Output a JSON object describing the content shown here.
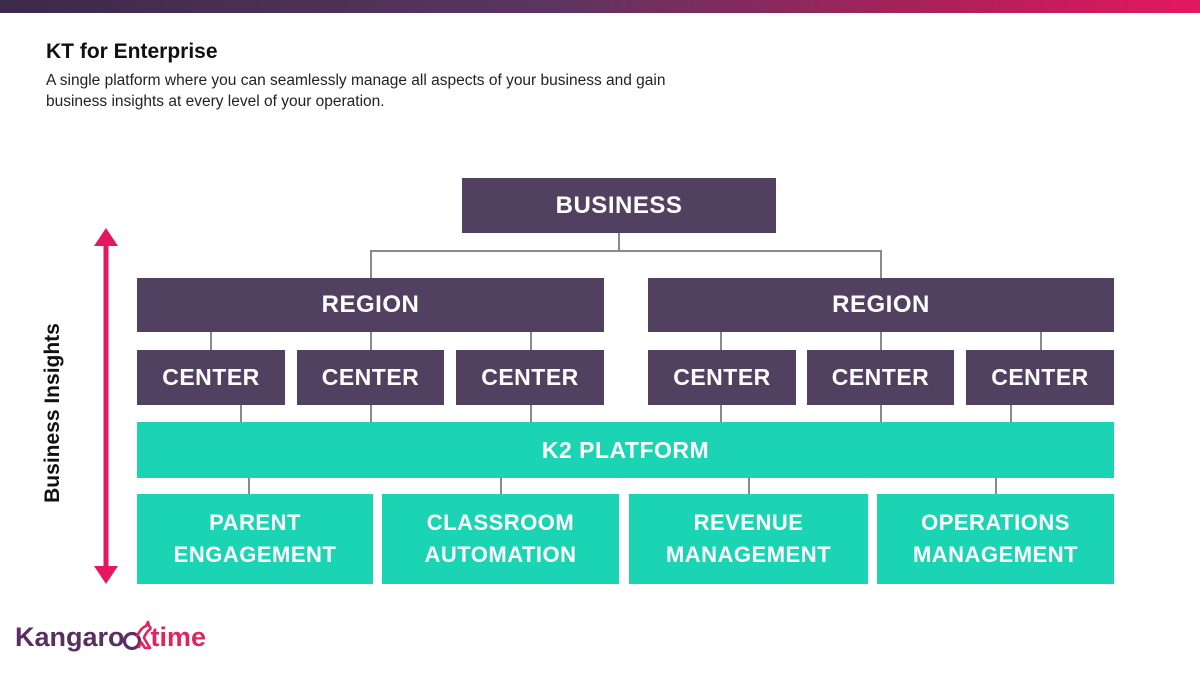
{
  "header": {
    "title": "KT for Enterprise",
    "subtitle": "A single platform where you can seamlessly manage all aspects of your business and gain business insights at every level of your operation."
  },
  "diagram": {
    "business": "BUSINESS",
    "regions": [
      "REGION",
      "REGION"
    ],
    "centers": [
      "CENTER",
      "CENTER",
      "CENTER",
      "CENTER",
      "CENTER",
      "CENTER"
    ],
    "platform": "K2 PLATFORM",
    "modules": [
      {
        "line1": "PARENT",
        "line2": "ENGAGEMENT"
      },
      {
        "line1": "CLASSROOM",
        "line2": "AUTOMATION"
      },
      {
        "line1": "REVENUE",
        "line2": "MANAGEMENT"
      },
      {
        "line1": "OPERATIONS",
        "line2": "MANAGEMENT"
      }
    ],
    "side_label": "Business Insights"
  },
  "logo": {
    "part1": "Kangaro",
    "part2": "time"
  },
  "colors": {
    "box_purple": "#524060",
    "box_teal": "#1ad4b4",
    "arrow_pink": "#e4185e",
    "logo_purple": "#5a2d63",
    "logo_pink": "#e0245e"
  }
}
